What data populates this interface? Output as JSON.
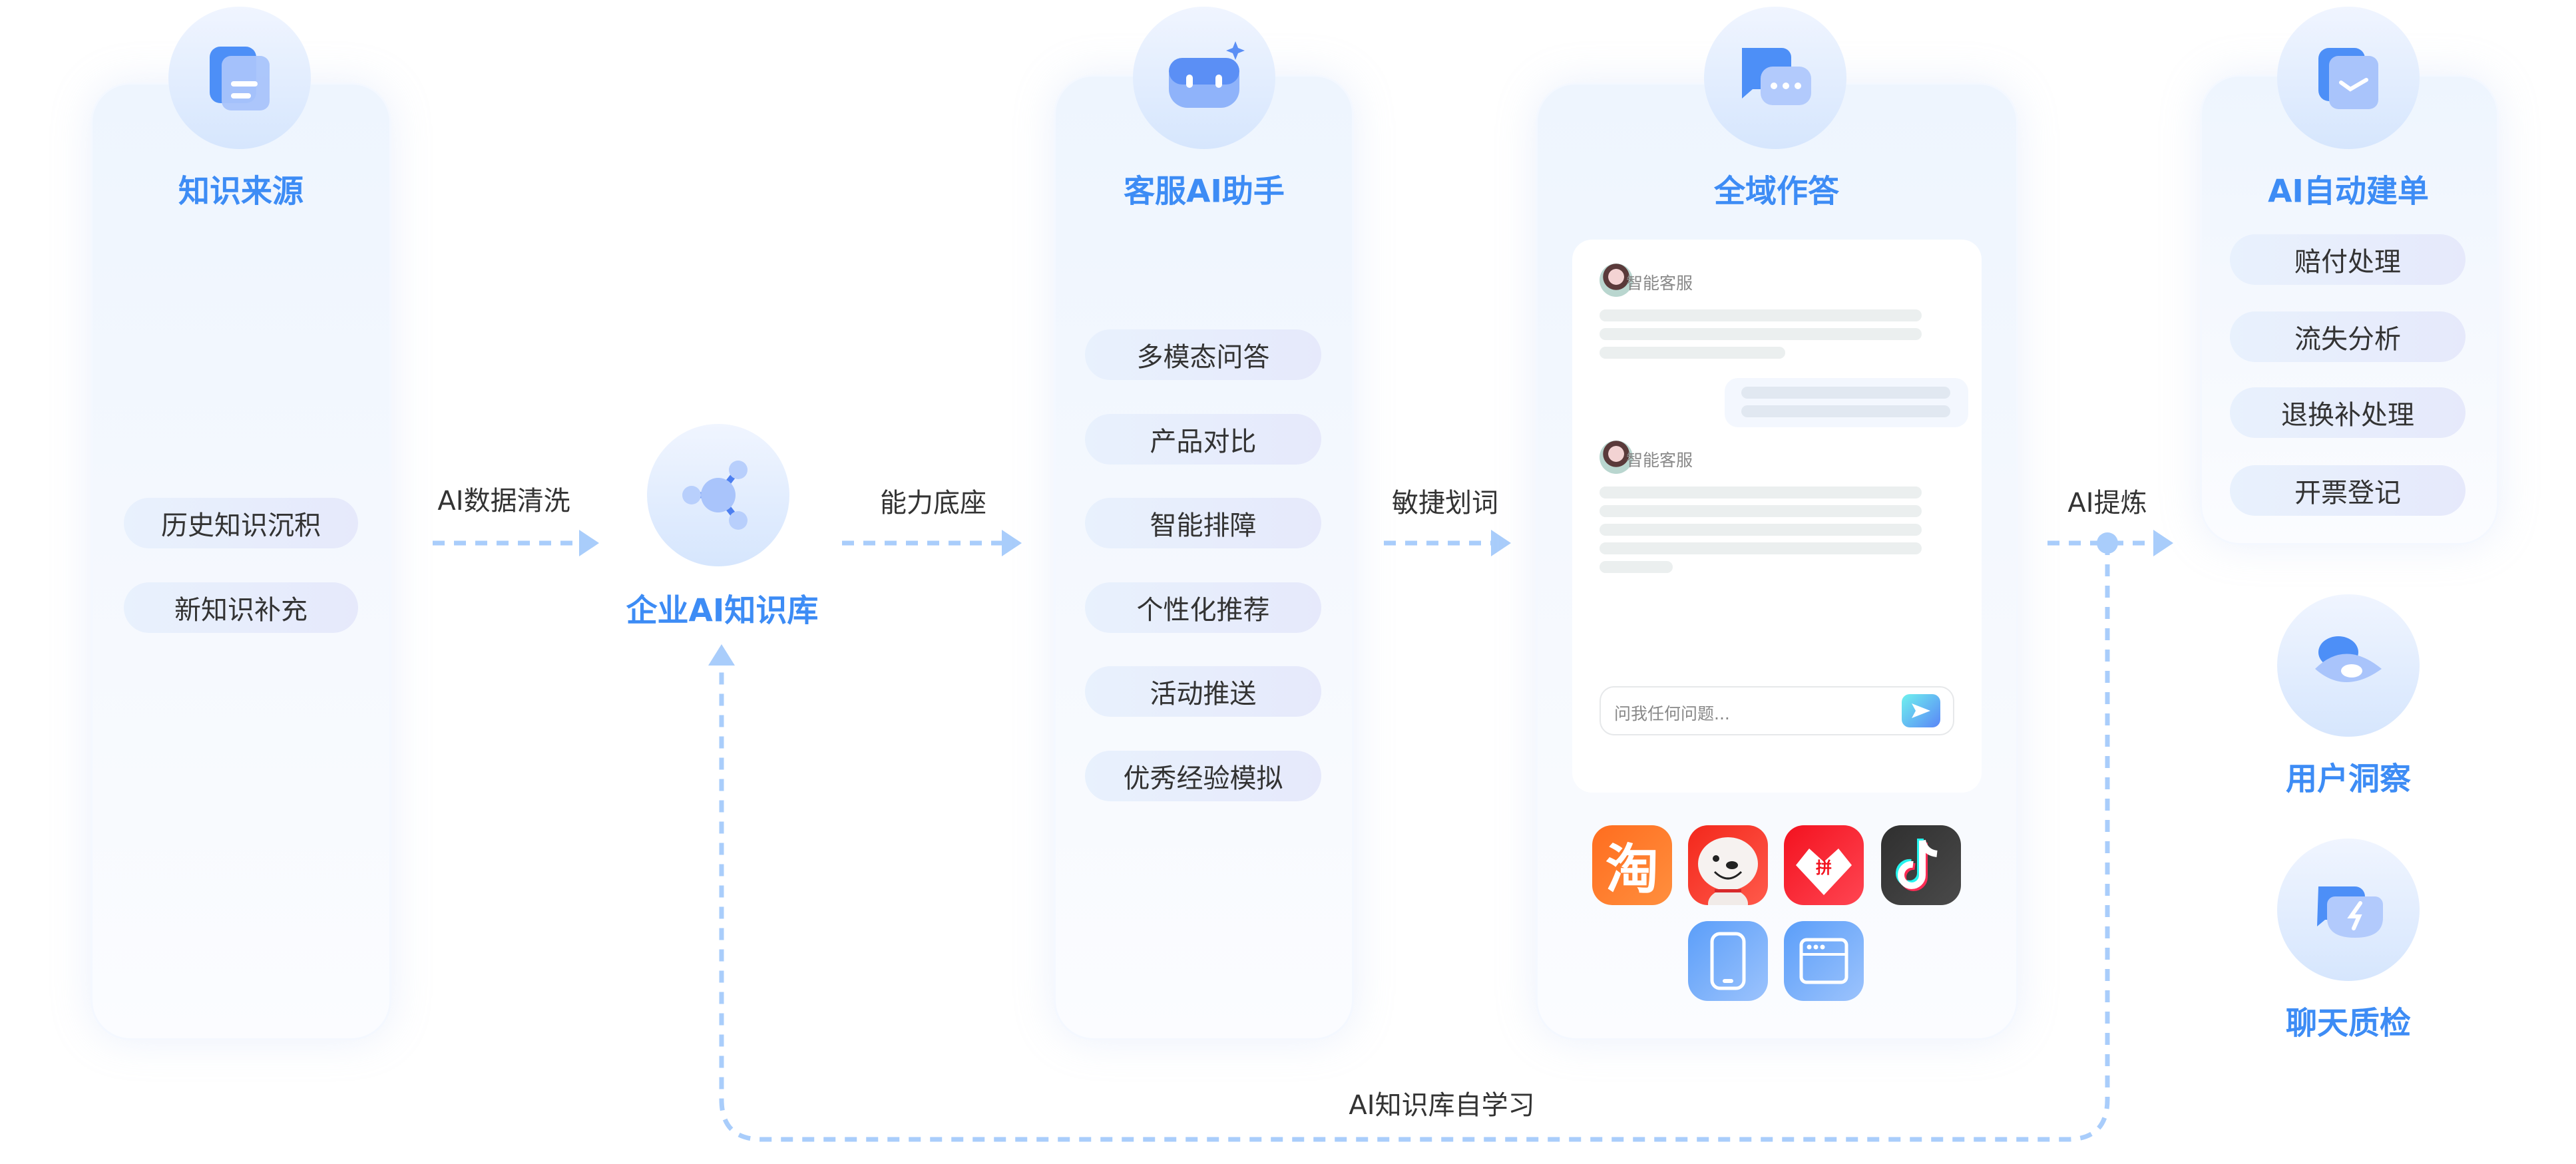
{
  "knowledge_source": {
    "title": "知识来源",
    "items": [
      "历史知识沉积",
      "新知识补充"
    ]
  },
  "flow_labels": {
    "clean": "AI数据清洗",
    "base": "能力底座",
    "select": "敏捷划词",
    "refine": "AI提炼",
    "self_learn": "AI知识库自学习"
  },
  "knowledge_base": {
    "title": "企业AI知识库"
  },
  "assistant": {
    "title": "客服AI助手",
    "items": [
      "多模态问答",
      "产品对比",
      "智能排障",
      "个性化推荐",
      "活动推送",
      "优秀经验模拟"
    ]
  },
  "omni": {
    "title": "全域作答",
    "chat": {
      "agent_name_1": "智能客服",
      "agent_name_2": "智能客服",
      "input_placeholder": "问我任何问题..."
    },
    "apps": [
      "taobao-icon",
      "jd-icon",
      "pinduoduo-icon",
      "douyin-icon",
      "mobile-app-icon",
      "web-icon"
    ],
    "app_text": {
      "taobao": "淘",
      "pdd": "拼"
    }
  },
  "auto_ticket": {
    "title": "AI自动建单",
    "items": [
      "赔付处理",
      "流失分析",
      "退换补处理",
      "开票登记"
    ]
  },
  "insight": {
    "title": "用户洞察"
  },
  "qc": {
    "title": "聊天质检"
  },
  "colors": {
    "accent": "#3d8cf5",
    "arrow": "#a9cdfb"
  }
}
